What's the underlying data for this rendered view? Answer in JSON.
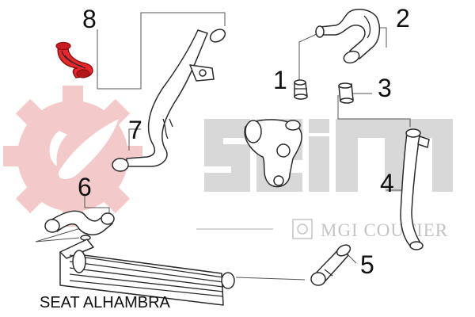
{
  "caption": "SEAT ALHAMBRA",
  "watermark": {
    "brand_text": "MGI COUTIER",
    "logo_letters": "seim",
    "gear_color": "#f4c9c9",
    "letter_color": "#d8d8d8"
  },
  "highlight_color": "#e8262c",
  "parts": [
    {
      "number": "1"
    },
    {
      "number": "2"
    },
    {
      "number": "3"
    },
    {
      "number": "4"
    },
    {
      "number": "5"
    },
    {
      "number": "6"
    },
    {
      "number": "7"
    },
    {
      "number": "8"
    }
  ]
}
